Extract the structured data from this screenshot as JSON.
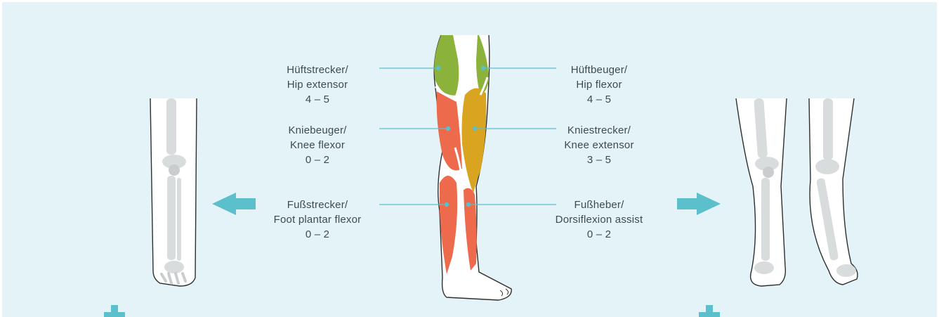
{
  "colors": {
    "background": "#e4f3f7",
    "accent": "#5bbfcc",
    "hip_group": "#8bb33c",
    "knee_extensor": "#d9a520",
    "flexor_group": "#ee6a4d",
    "bone": "#d9dcdc",
    "line": "#2f2f2f"
  },
  "labels": {
    "hip_extensor": {
      "de": "Hüftstrecker/",
      "en": "Hip extensor",
      "range": "4 – 5"
    },
    "hip_flexor": {
      "de": "Hüftbeuger/",
      "en": "Hip flexor",
      "range": "4 – 5"
    },
    "knee_flexor": {
      "de": "Kniebeuger/",
      "en": "Knee flexor",
      "range": "0 – 2"
    },
    "knee_extensor": {
      "de": "Kniestrecker/",
      "en": "Knee extensor",
      "range": "3 – 5"
    },
    "foot_plantar_flexor": {
      "de": "Fußstrecker/",
      "en": "Foot plantar flexor",
      "range": "0 – 2"
    },
    "dorsiflexion_assist": {
      "de": "Fußheber/",
      "en": "Dorsiflexion assist",
      "range": "0 – 2"
    }
  },
  "icons": {
    "left_arrow": "arrow-left-icon",
    "right_arrow": "arrow-right-icon",
    "down_arrow": "arrow-down-icon"
  }
}
